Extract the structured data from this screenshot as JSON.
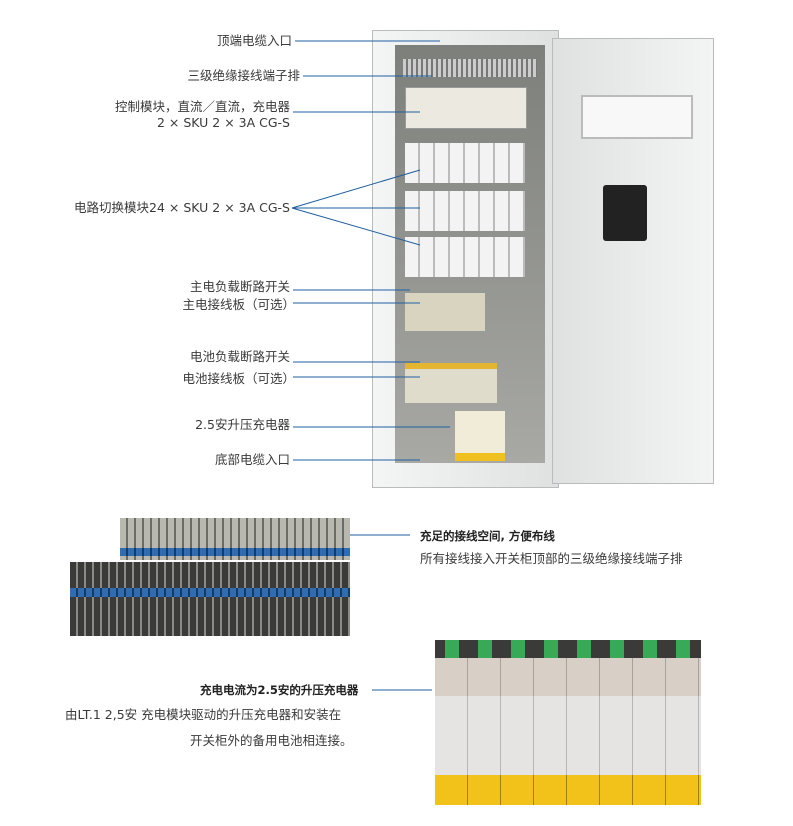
{
  "cabinet_labels": {
    "top_cable_entry": "顶端电缆入口",
    "terminal_strip": "三级绝缘接线端子排",
    "control_module_line1": "控制模块，直流／直流，充电器",
    "control_module_line2": "2 × SKU 2 × 3A  CG-S",
    "circuit_module": "电路切换模块24 × SKU 2 × 3A CG-S",
    "mains_breaker": "主电负载断路开关",
    "mains_terminal_board": "主电接线板（可选）",
    "battery_breaker": "电池负载断路开关",
    "battery_terminal_board": "电池接线板（可选）",
    "boost_charger": "2.5安升压充电器",
    "bottom_cable_entry": "底部电缆入口"
  },
  "terminal_section": {
    "heading": "充足的接线空间, 方便布线",
    "description": "所有接线接入开关柜顶部的三级绝缘接线端子排"
  },
  "charger_section": {
    "heading": "充电电流为2.5安的升压充电器",
    "description_line1": "由LT.1  2,5安 充电模块驱动的升压充电器和安装在",
    "description_line2": "开关柜外的备用电池相连接。"
  },
  "colors": {
    "leader_line": "#1f5fa0",
    "cabinet": "#e8eaea",
    "interior": "#8a8a86",
    "module_green": "#2aa84a",
    "warning_yellow": "#f2c21a"
  }
}
